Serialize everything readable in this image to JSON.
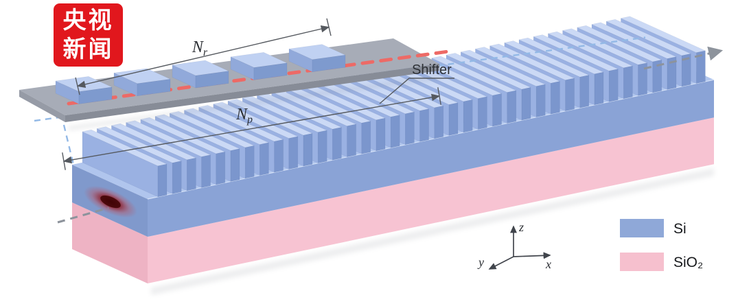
{
  "badge": {
    "line1": "央视",
    "line2": "新闻",
    "bg": "#e1171d",
    "fg": "#ffffff"
  },
  "figure": {
    "labels": {
      "nr": {
        "base": "N",
        "sub": "r"
      },
      "np": {
        "base": "N",
        "sub": "p"
      },
      "shifter": "Shifter"
    },
    "axes": {
      "x": "x",
      "y": "y",
      "z": "z"
    },
    "legend": [
      {
        "label": "Si",
        "color": "#8fa8d8"
      },
      {
        "label": "SiO₂",
        "color": "#f6c0ce"
      }
    ],
    "structure": {
      "grating_tooth_count": 38,
      "shifter_block_count": 5
    },
    "colors": {
      "si_front": "#8aa3d6",
      "si_top": "#b0c5ed",
      "si_side": "#8099cc",
      "sio2_front": "#f7c3d2",
      "sio2_side": "#eeb3c4",
      "tooth_front": "#7b96cd",
      "tooth_side": "#9ab1e2",
      "tooth_top": "#cbd9f5",
      "block_front": "#7e9ace",
      "block_side": "#91a9da",
      "block_top": "#c0d1f2",
      "plate_top": "#a7acb7",
      "plate_front": "#878c97",
      "plate_side": "#969ba6",
      "beam_red": "#ed6a66",
      "guide_blue": "#93b9e6",
      "beam_gray": "#8d939c"
    }
  }
}
